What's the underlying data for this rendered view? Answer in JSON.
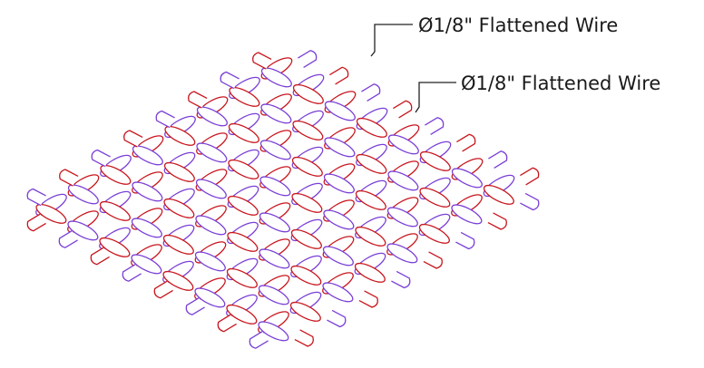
{
  "labels": [
    {
      "text": "Ø1/8\" Flattened Wire"
    },
    {
      "text": "Ø1/8\" Flattened Wire"
    }
  ],
  "colors": {
    "wire_a": "#c8161d",
    "wire_b": "#7a3fd6",
    "leader": "#222222",
    "text": "#1a1a1a",
    "background": "#ffffff"
  },
  "mesh": {
    "rows": 8,
    "cols": 8,
    "weave": "plain",
    "wire_profile": "flattened"
  }
}
